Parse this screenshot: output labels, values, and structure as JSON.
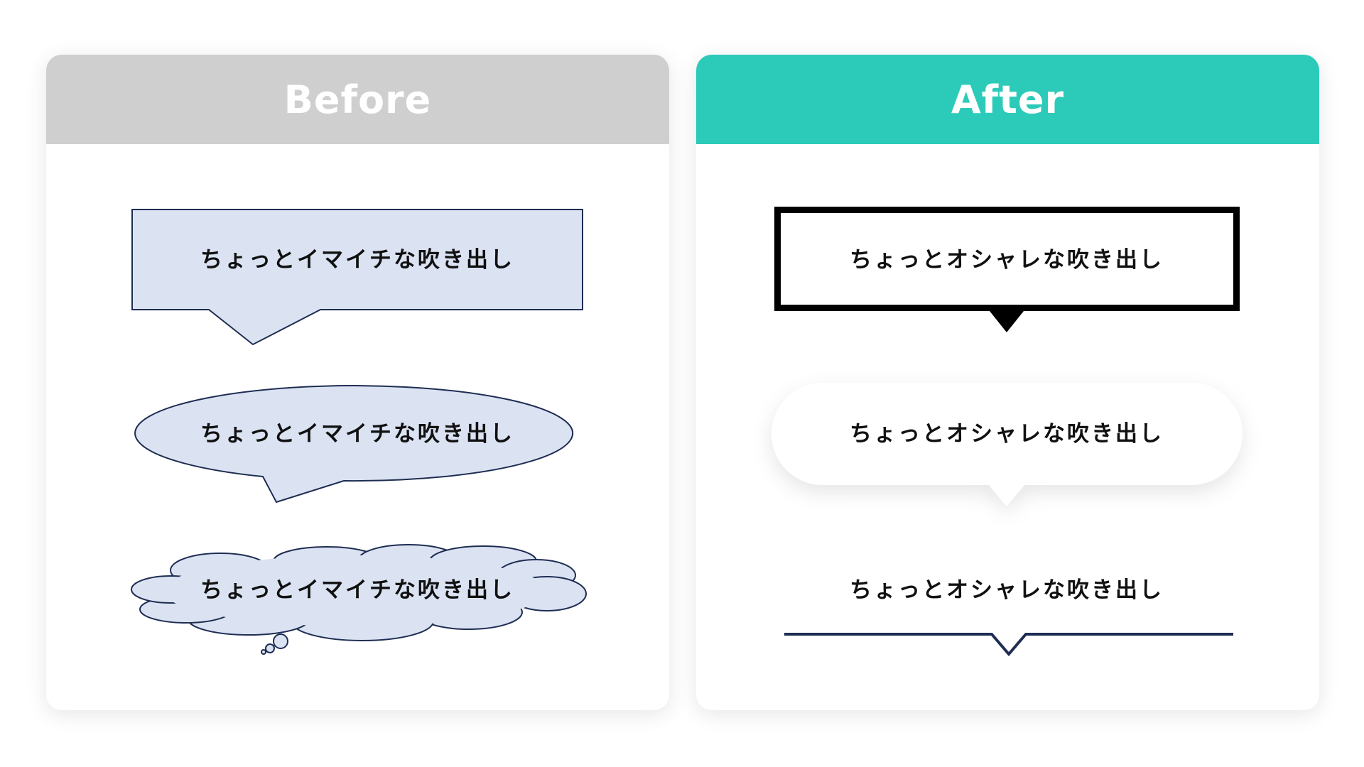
{
  "before": {
    "title": "Before",
    "bubbles": [
      {
        "kind": "rectangle",
        "text": "ちょっとイマイチな吹き出し"
      },
      {
        "kind": "ellipse",
        "text": "ちょっとイマイチな吹き出し"
      },
      {
        "kind": "cloud",
        "text": "ちょっとイマイチな吹き出し"
      }
    ]
  },
  "after": {
    "title": "After",
    "bubbles": [
      {
        "kind": "bold-border-box",
        "text": "ちょっとオシャレな吹き出し"
      },
      {
        "kind": "shadow-pill",
        "text": "ちょっとオシャレな吹き出し"
      },
      {
        "kind": "underline",
        "text": "ちょっとオシャレな吹き出し"
      }
    ]
  },
  "colors": {
    "before_header": "#d0cfd0",
    "after_header": "#2ccbb9",
    "before_fill": "#dbe3f3",
    "before_stroke": "#1e2d52",
    "after_line": "#1e2d52"
  }
}
